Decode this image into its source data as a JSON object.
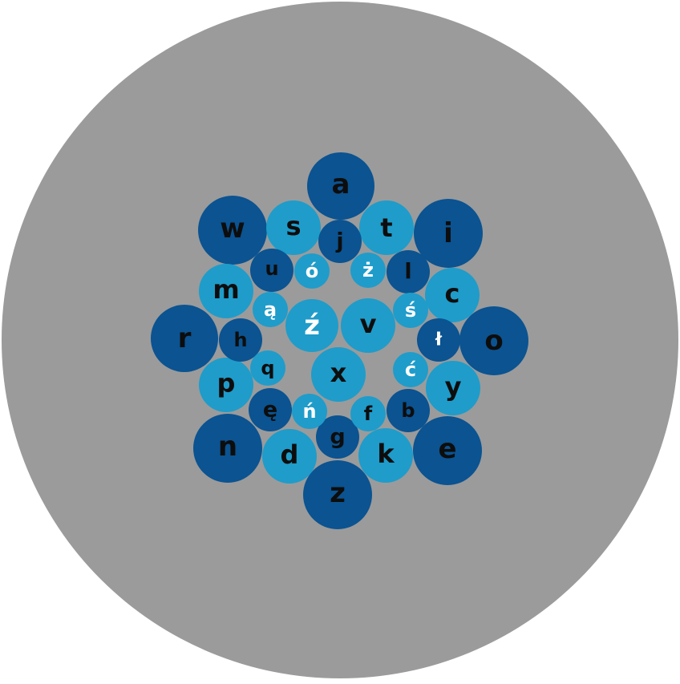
{
  "colors": {
    "page": "#ffffff",
    "plate": "#9b9b9b",
    "dark_blue": "#0b5391",
    "light_blue": "#1f9cca",
    "text_dark": "#0d0d0d",
    "text_light": "#ffffff"
  },
  "keys": [
    {
      "letter": "a",
      "tone": "dark"
    },
    {
      "letter": "w",
      "tone": "dark"
    },
    {
      "letter": "i",
      "tone": "dark"
    },
    {
      "letter": "r",
      "tone": "dark"
    },
    {
      "letter": "o",
      "tone": "dark"
    },
    {
      "letter": "n",
      "tone": "dark"
    },
    {
      "letter": "e",
      "tone": "dark"
    },
    {
      "letter": "z",
      "tone": "dark"
    },
    {
      "letter": "s",
      "tone": "light"
    },
    {
      "letter": "t",
      "tone": "light"
    },
    {
      "letter": "m",
      "tone": "light"
    },
    {
      "letter": "c",
      "tone": "light"
    },
    {
      "letter": "p",
      "tone": "light"
    },
    {
      "letter": "y",
      "tone": "light"
    },
    {
      "letter": "d",
      "tone": "light"
    },
    {
      "letter": "k",
      "tone": "light"
    },
    {
      "letter": "j",
      "tone": "dark"
    },
    {
      "letter": "u",
      "tone": "dark"
    },
    {
      "letter": "l",
      "tone": "dark"
    },
    {
      "letter": "h",
      "tone": "dark"
    },
    {
      "letter": "ł",
      "tone": "dark"
    },
    {
      "letter": "ę",
      "tone": "dark"
    },
    {
      "letter": "b",
      "tone": "dark"
    },
    {
      "letter": "g",
      "tone": "dark"
    },
    {
      "letter": "ó",
      "tone": "light"
    },
    {
      "letter": "ż",
      "tone": "light"
    },
    {
      "letter": "ą",
      "tone": "light"
    },
    {
      "letter": "ś",
      "tone": "light"
    },
    {
      "letter": "q",
      "tone": "light"
    },
    {
      "letter": "ć",
      "tone": "light"
    },
    {
      "letter": "ń",
      "tone": "light"
    },
    {
      "letter": "f",
      "tone": "light"
    },
    {
      "letter": "ź",
      "tone": "light"
    },
    {
      "letter": "v",
      "tone": "light"
    },
    {
      "letter": "x",
      "tone": "light"
    }
  ]
}
